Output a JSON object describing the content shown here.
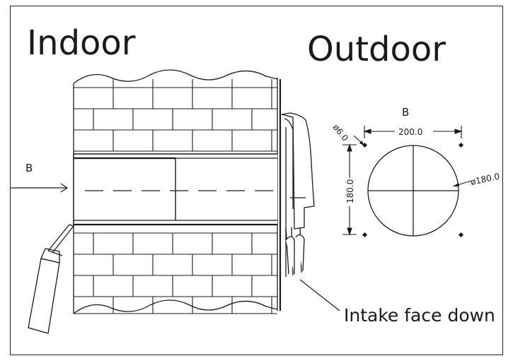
{
  "labels": {
    "indoor": "Indoor",
    "outdoor": "Outdoor",
    "section_left": "B",
    "section_right": "B",
    "intake": "Intake face down"
  },
  "dimensions": {
    "width": "200.0",
    "height": "180.0",
    "hole_diameter": "ø180.0",
    "screw_diameter": "ø6.0"
  },
  "colors": {
    "line": "#1a1a1a",
    "background": "#ffffff"
  }
}
